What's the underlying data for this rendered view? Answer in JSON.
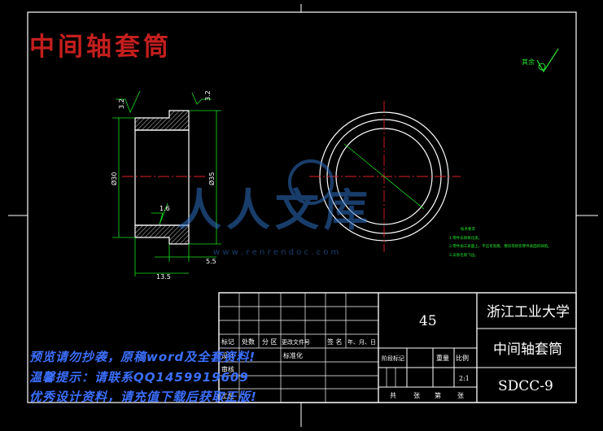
{
  "title": "中间轴套筒",
  "roughness": {
    "corner_symbol_text": "其余",
    "top_left": "3.2",
    "top_right": "3.2",
    "bore": "1.6"
  },
  "dimensions": {
    "inner_diameter": "Ø30",
    "outer_diameter": "Ø35",
    "flange_width": "5.5",
    "total_length": "13.5"
  },
  "tech_notes": {
    "heading": "技术要求",
    "lines": [
      "1.零件去除氧化皮。",
      "2.零件加工表面上，不应有划痕、擦伤等损伤零件表面的缺陷。",
      "3.去除毛刺飞边。"
    ]
  },
  "title_block": {
    "material": "45",
    "university": "浙江工业大学",
    "part_name": "中间轴套筒",
    "drawing_no": "SDCC-9",
    "scale": "2:1",
    "rev_headers": [
      "标记",
      "处数",
      "分 区",
      "更改文件号",
      "签 名",
      "年、月、日"
    ],
    "rev_row": [
      "",
      "",
      "",
      "",
      "",
      ""
    ],
    "row_labels": [
      "设计",
      "审核",
      "工艺"
    ],
    "designer_values": [
      "标准化"
    ],
    "stage_headers": [
      "阶段标记",
      "重量",
      "比例"
    ],
    "sheet_labels": [
      "共",
      "张",
      "第",
      "张"
    ]
  },
  "watermark": {
    "logo_text": "人人文库",
    "site": "w w w . r e n r e n d o c . c o m",
    "lines": [
      "预览请勿抄袭，原稿word及全套资料!",
      "温馨提示：请联系QQ1459919609",
      "优秀设计资料，请充值下载后获取正版!"
    ]
  },
  "colors": {
    "frame": "#ffffff",
    "part": "#ffffff",
    "dimension": "#16e51c",
    "centerline": "#e0202a",
    "hatch": "#ffffff",
    "title_red": "#c41e1e",
    "watermark_blue": "#3b6fff"
  }
}
